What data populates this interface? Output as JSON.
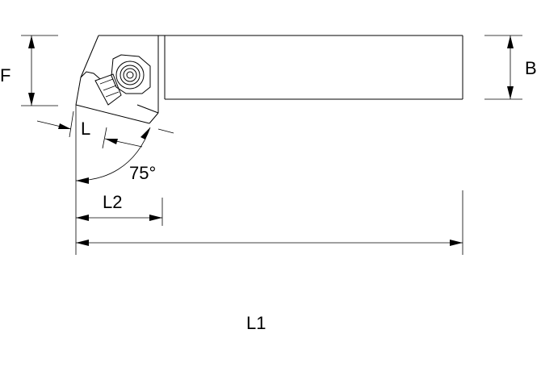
{
  "labels": {
    "f": "F",
    "b": "B",
    "l": "L",
    "angle": "75°",
    "l2": "L2",
    "l1": "L1"
  },
  "colors": {
    "line": "#000000",
    "background": "#ffffff"
  }
}
